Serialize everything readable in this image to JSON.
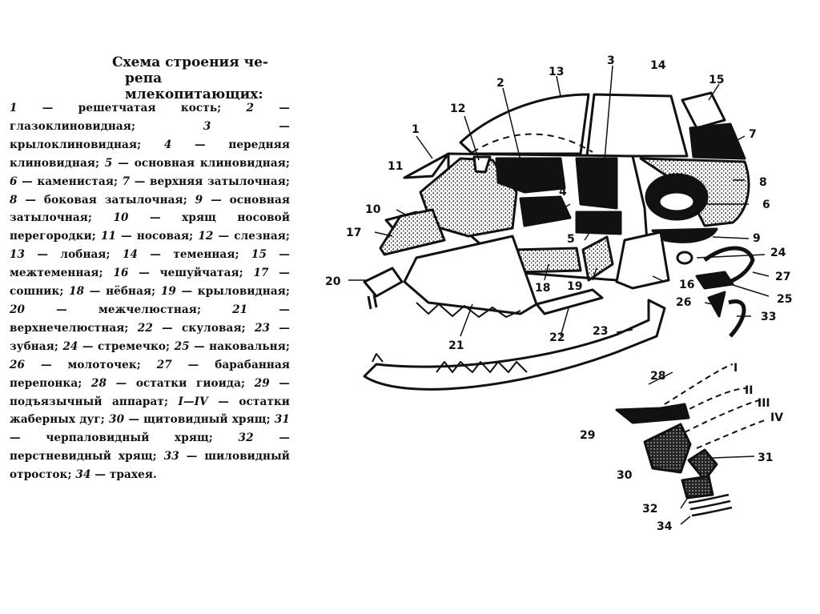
{
  "title": {
    "line1": "Схема строения че-",
    "line2": "репа млекопитающих:"
  },
  "legend": [
    {
      "n": "1",
      "t": "решетчатая кость;"
    },
    {
      "n": "2",
      "t": "глазоклиновидная;"
    },
    {
      "n": "3",
      "t": "крылоклиновидная;"
    },
    {
      "n": "4",
      "t": "передняя клиновидная;"
    },
    {
      "n": "5",
      "t": "основная клиновидная;"
    },
    {
      "n": "6",
      "t": "каменистая;"
    },
    {
      "n": "7",
      "t": "верхняя затылочная;"
    },
    {
      "n": "8",
      "t": "боковая затылочная;"
    },
    {
      "n": "9",
      "t": "основная затылочная;"
    },
    {
      "n": "10",
      "t": "хрящ носовой перегородки;"
    },
    {
      "n": "11",
      "t": "носовая;"
    },
    {
      "n": "12",
      "t": "слезная;"
    },
    {
      "n": "13",
      "t": "лобная;"
    },
    {
      "n": "14",
      "t": "теменная;"
    },
    {
      "n": "15",
      "t": "межтеменная;"
    },
    {
      "n": "16",
      "t": "чешуйчатая;"
    },
    {
      "n": "17",
      "t": "сошник;"
    },
    {
      "n": "18",
      "t": "нёбная;"
    },
    {
      "n": "19",
      "t": "крыловидная;"
    },
    {
      "n": "20",
      "t": "межчелюстная;"
    },
    {
      "n": "21",
      "t": "верхнечелюстная;"
    },
    {
      "n": "22",
      "t": "скуловая;"
    },
    {
      "n": "23",
      "t": "зубная;"
    },
    {
      "n": "24",
      "t": "стремечко;"
    },
    {
      "n": "25",
      "t": "наковальня;"
    },
    {
      "n": "26",
      "t": "молоточек;"
    },
    {
      "n": "27",
      "t": "барабанная перепонка;"
    },
    {
      "n": "28",
      "t": "остатки гиоида;"
    },
    {
      "n": "29",
      "t": "подъязычный аппарат;"
    },
    {
      "n": "I—IV",
      "t": "остатки жаберных дуг;"
    },
    {
      "n": "30",
      "t": "щитовидный хрящ;"
    },
    {
      "n": "31",
      "t": "черпаловидный хрящ;"
    },
    {
      "n": "32",
      "t": "перстневидный хрящ;"
    },
    {
      "n": "33",
      "t": "шиловидный отросток;"
    },
    {
      "n": "34",
      "t": "трахея."
    }
  ],
  "labels": [
    "1",
    "2",
    "3",
    "4",
    "5",
    "6",
    "7",
    "8",
    "9",
    "10",
    "11",
    "12",
    "13",
    "14",
    "15",
    "16",
    "17",
    "18",
    "19",
    "20",
    "21",
    "22",
    "23",
    "24",
    "25",
    "26",
    "27",
    "28",
    "29",
    "30",
    "31",
    "32",
    "33",
    "34",
    "I",
    "II",
    "III",
    "IV"
  ],
  "colors": {
    "ink": "#111111",
    "paper": "#ffffff"
  }
}
